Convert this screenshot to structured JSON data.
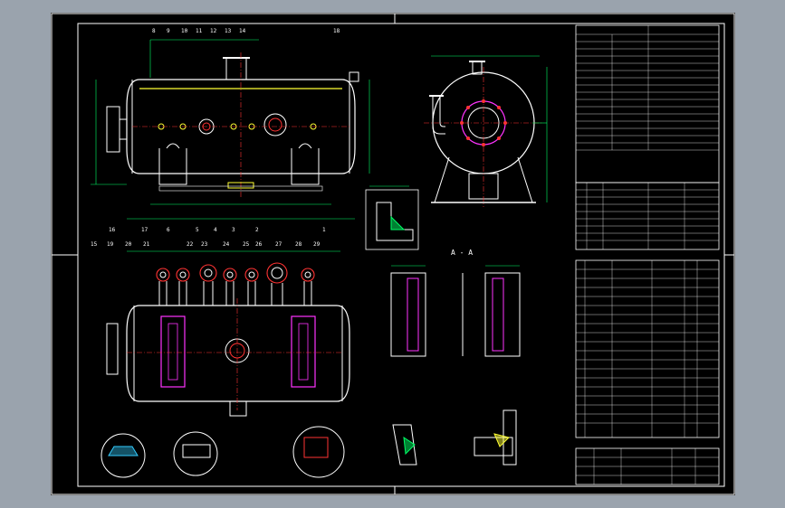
{
  "colors": {
    "frame": "#ffffff",
    "vessel": "#ffffff",
    "dimension": "#00ff66",
    "magenta": "#ff33ff",
    "yellow": "#ffff33",
    "red": "#ff3333",
    "cyan": "#33ccff",
    "background": "#000000"
  },
  "labels": {
    "section_aa": "A - A",
    "leader_numbers": [
      "8",
      "9",
      "10",
      "11",
      "12",
      "13",
      "14",
      "18",
      "16",
      "17",
      "6",
      "5",
      "4",
      "3",
      "2",
      "1",
      "15",
      "19",
      "20",
      "21",
      "22",
      "23",
      "24",
      "25",
      "26",
      "27",
      "28",
      "29"
    ]
  },
  "icons": [
    "drawing-sheet",
    "vessel-front-view",
    "vessel-side-view",
    "vessel-plan-view",
    "weld-detail",
    "title-block"
  ]
}
